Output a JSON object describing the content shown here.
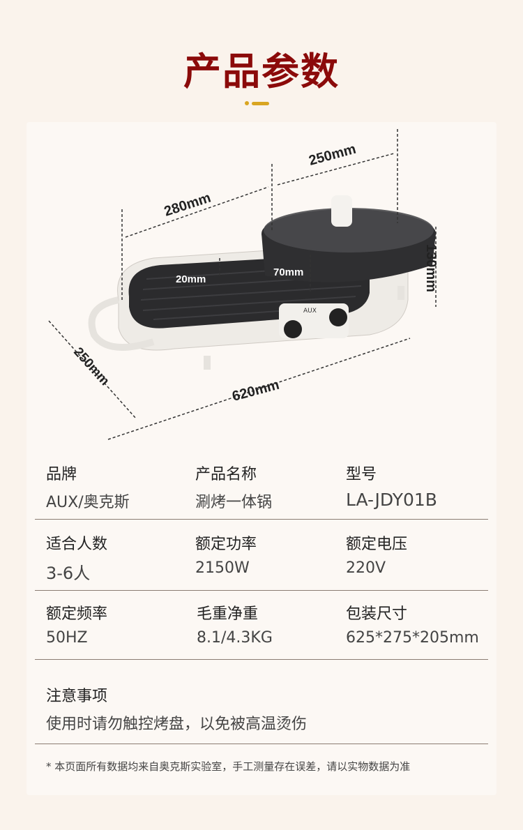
{
  "header": {
    "title": "产品参数"
  },
  "dimensions": {
    "d250_top": "250mm",
    "d280": "280mm",
    "d20": "20mm",
    "d70": "70mm",
    "d130": "130mm",
    "d250_side": "250mm",
    "d620": "620mm",
    "brand_mark": "AUX"
  },
  "specs": [
    [
      {
        "label": "品牌",
        "value": "AUX/奥克斯"
      },
      {
        "label": "产品名称",
        "value": "涮烤一体锅"
      },
      {
        "label": "型号",
        "value": "LA-JDY01B"
      }
    ],
    [
      {
        "label": "适合人数",
        "value": "3-6人"
      },
      {
        "label": "额定功率",
        "value": "2150W"
      },
      {
        "label": "额定电压",
        "value": "220V"
      }
    ],
    [
      {
        "label": "额定频率",
        "value": "50HZ"
      },
      {
        "label": "毛重净重",
        "value": "8.1/4.3KG"
      },
      {
        "label": "包装尺寸",
        "value": "625*275*205mm"
      }
    ]
  ],
  "notice": {
    "label": "注意事项",
    "value": "使用时请勿触控烤盘，以免被高温烫伤"
  },
  "footnote": "* 本页面所有数据均来自奥克斯实验室，手工测量存在误差，请以实物数据为准",
  "colors": {
    "title": "#8b0a0a",
    "accent": "#d9a521",
    "background": "#faf3ec"
  }
}
